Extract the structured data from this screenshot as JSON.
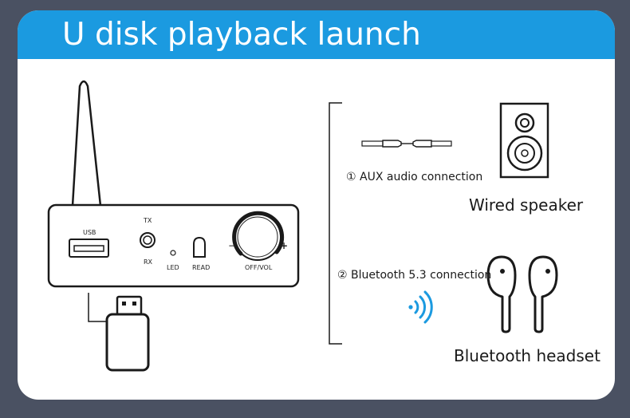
{
  "banner": {
    "title": "U disk playback launch",
    "bg_color": "#1b9ae0"
  },
  "device": {
    "usb_label": "USB",
    "tx_label": "TX",
    "rx_label": "RX",
    "led_label": "LED",
    "read_label": "READ",
    "knob_label": "OFF/VOL",
    "minus": "−",
    "plus": "+"
  },
  "connections": {
    "aux": "① AUX audio connection",
    "bluetooth": "② Bluetooth 5.3 connection"
  },
  "outputs": {
    "wired": "Wired speaker",
    "headset": "Bluetooth headset"
  },
  "icons": [
    "antenna-icon",
    "usb-flash-drive-icon",
    "aux-cable-icon",
    "speaker-icon",
    "bluetooth-waves-icon",
    "earbuds-icon"
  ],
  "colors": {
    "accent": "#1b9ae0",
    "page_bg": "#4a5162",
    "line": "#1a1a1a"
  }
}
